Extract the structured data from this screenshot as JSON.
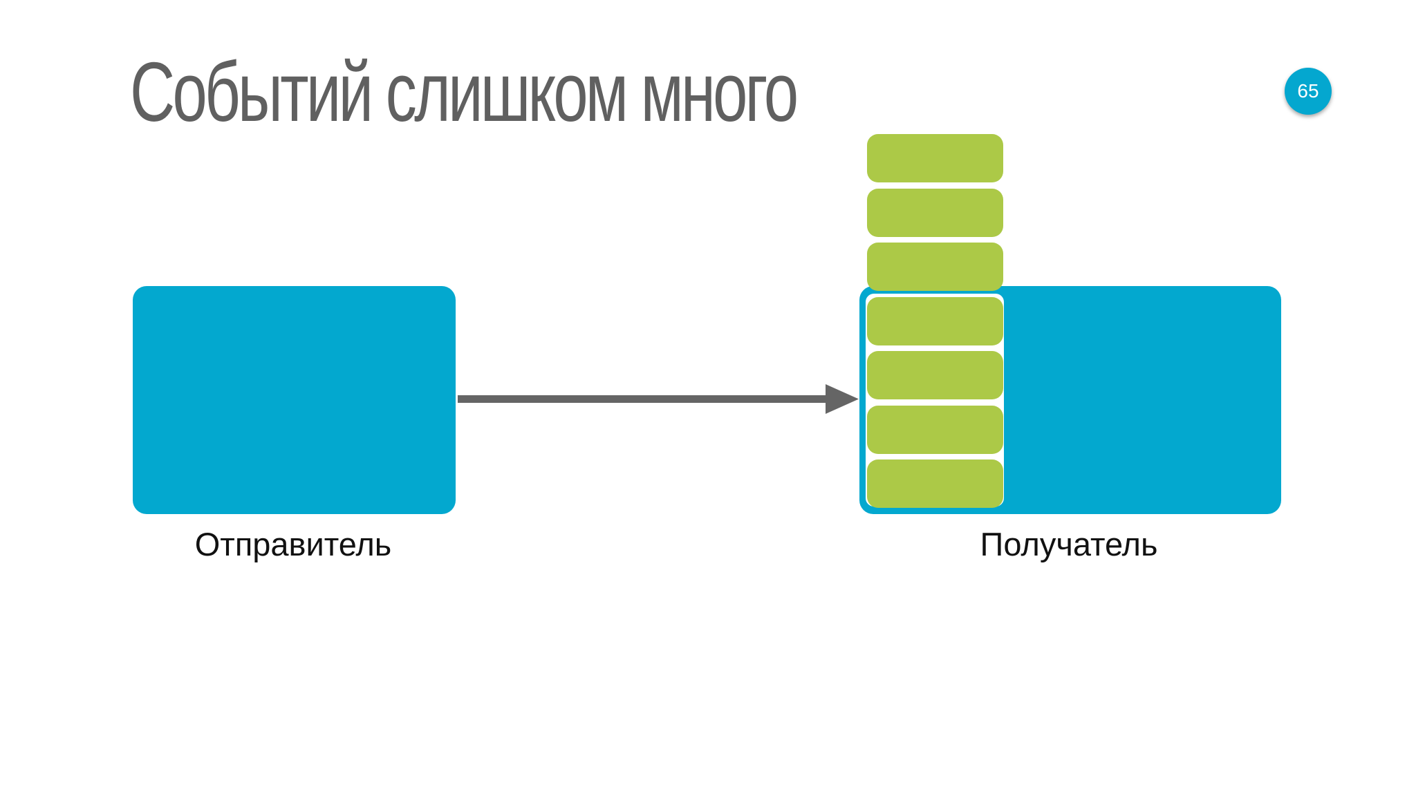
{
  "slide": {
    "title": "Событий слишком много",
    "page_number": "65"
  },
  "diagram": {
    "sender": {
      "label": "Отправитель"
    },
    "receiver": {
      "label": "Получатель"
    },
    "events": {
      "count": 7
    },
    "colors": {
      "box": "#03a8cf",
      "event": "#acc947",
      "arrow": "#656565",
      "title": "#606060"
    }
  }
}
